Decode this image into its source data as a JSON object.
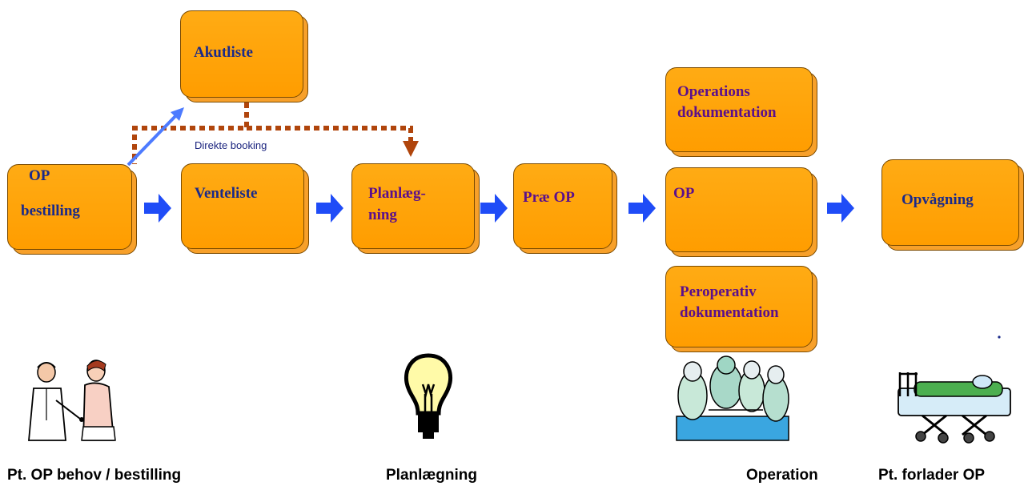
{
  "colors": {
    "box": "#ffa200",
    "box_border": "#7a4a00",
    "text_blue": "#1a2a8a",
    "text_purple": "#5b0f8c",
    "arrow_blue": "#2d3ff5",
    "dashed": "#b0450c"
  },
  "nodes": {
    "akutliste": {
      "label": "Akutliste"
    },
    "op_bestilling": {
      "line1": "OP",
      "line2": "bestilling"
    },
    "venteliste": {
      "label": "Venteliste"
    },
    "planlaegning": {
      "line1": "Planlæg-",
      "line2": "ning"
    },
    "prae_op": {
      "label": "Præ OP"
    },
    "operations_dok": {
      "line1": "Operations",
      "line2": "dokumentation"
    },
    "op": {
      "label": "OP"
    },
    "peroperativ_dok": {
      "line1": "Peroperativ",
      "line2": "dokumentation"
    },
    "opvaagning": {
      "label": "Opvågning"
    }
  },
  "edge_labels": {
    "direkte_booking": "Direkte booking"
  },
  "captions": {
    "bestilling": "Pt. OP behov / bestilling",
    "planlaegning": "Planlægning",
    "operation": "Operation",
    "forlader": "Pt. forlader OP"
  },
  "icons": [
    "doctor-patient-icon",
    "lightbulb-icon",
    "surgery-team-icon",
    "hospital-bed-icon"
  ]
}
